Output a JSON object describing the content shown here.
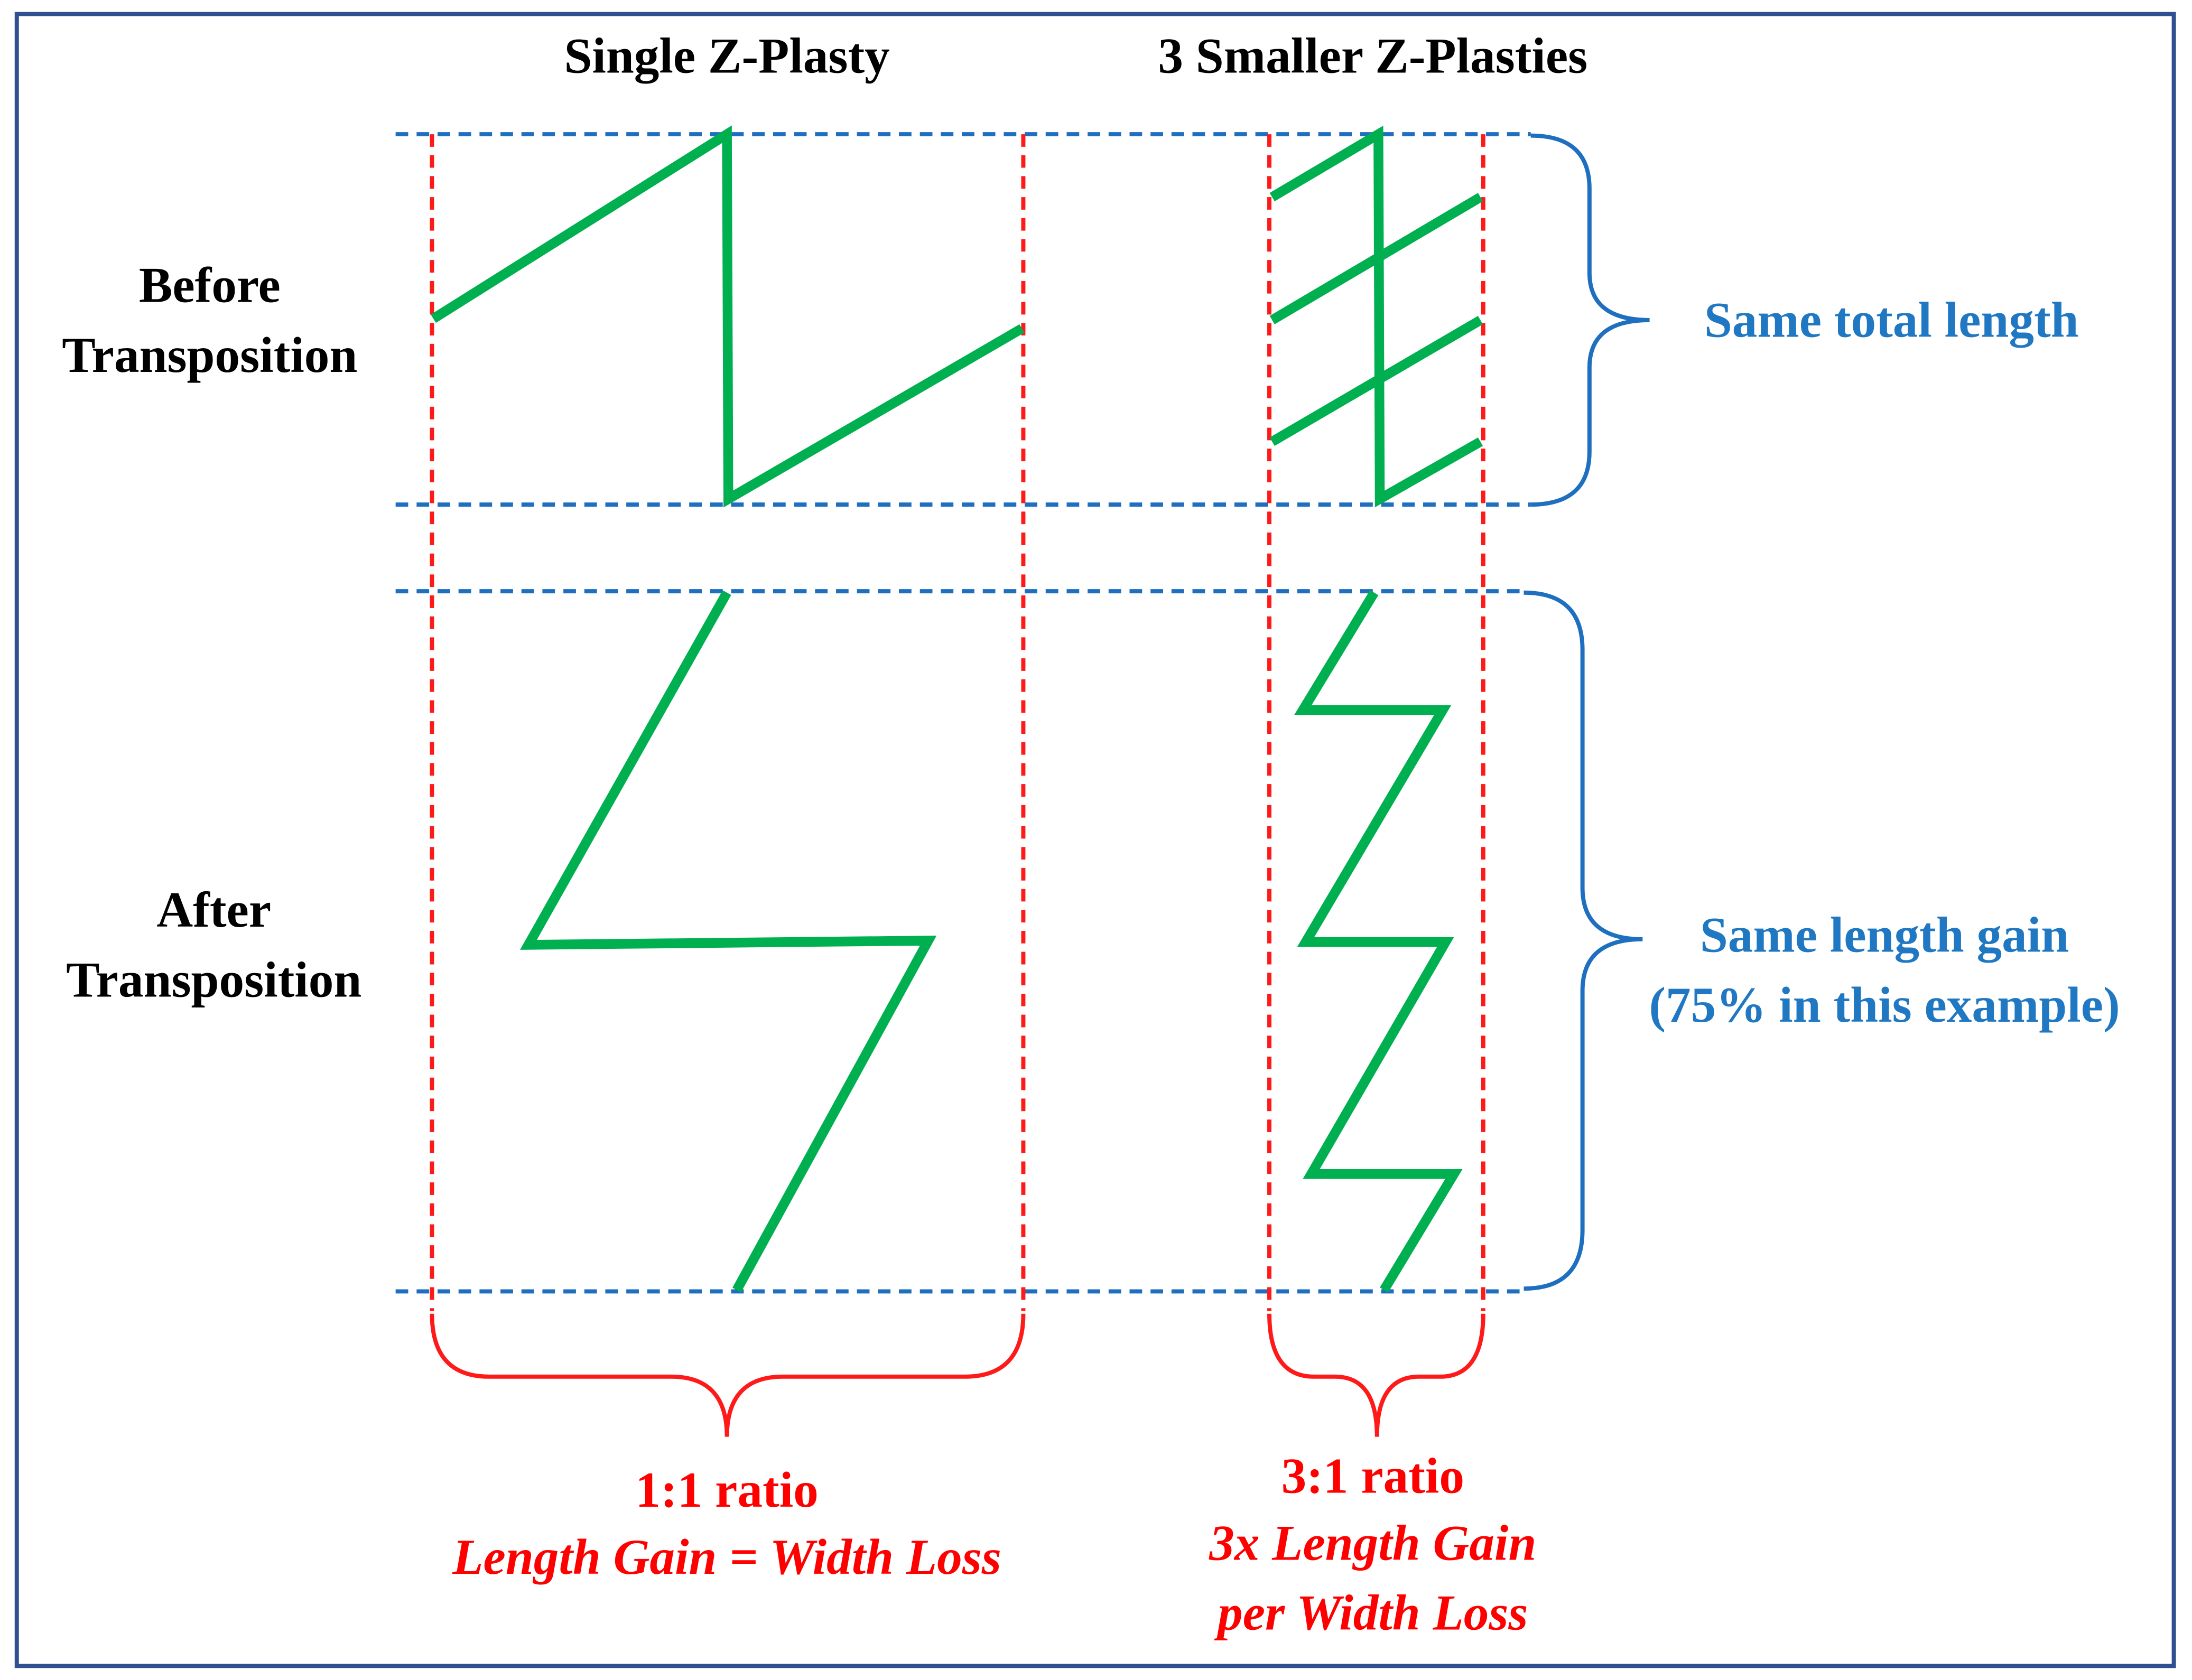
{
  "columns": {
    "single": "Single Z-Plasty",
    "multiple": "3 Smaller Z-Plasties"
  },
  "rows": {
    "before": [
      "Before",
      "Transposition"
    ],
    "after": [
      "After",
      "Transposition"
    ]
  },
  "annotations": {
    "same_total_length": "Same total length",
    "same_length_gain": "Same length gain",
    "gain_example": "(75% in this example)"
  },
  "ratios": {
    "single": {
      "ratio": "1:1 ratio",
      "note": "Length Gain = Width Loss"
    },
    "multiple": {
      "ratio": "3:1 ratio",
      "note_line1": "3x Length Gain",
      "note_line2": "per Width Loss"
    }
  },
  "colors": {
    "green": "#00b050",
    "blue": "#1f6fc0",
    "red": "#ff0000",
    "border": "#2f4f8f"
  }
}
